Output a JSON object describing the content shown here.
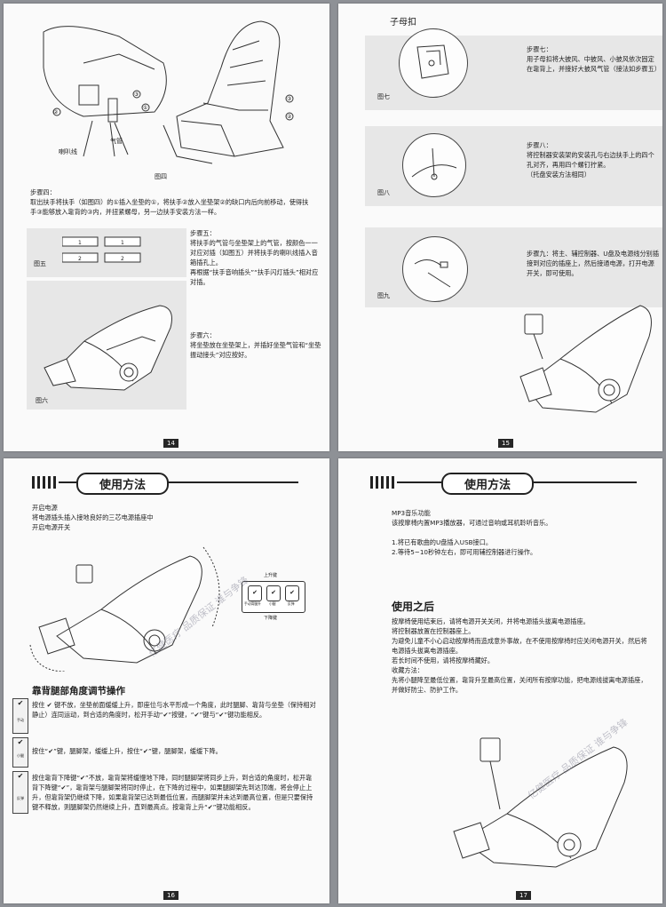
{
  "pages": {
    "p14": {
      "page_number": "14",
      "fig4_caption": "图四",
      "fig4_label_horn": "喇叭线",
      "fig4_label_air": "气管",
      "step4": "步骤四：\n取出扶手将扶手（如图四）的①插入坐垫的①，将扶手②放入坐垫架②的缺口内后向前移动，使得扶手③能够放入靠背的③内，并扭紧螺母，另一边扶手安装方法一样。",
      "fig5_caption": "图五",
      "step5": "步骤五：\n将扶手的气管与坐垫架上的气管，按颜色一一对应对插（如图五）并将扶手的喇叭线插入音箱插孔上。\n再根据“扶手音响插头”“扶手闪灯插头”相对应对插。",
      "fig6_caption": "图六",
      "step6": "步骤六：\n将坐垫放在坐垫架上，并插好坐垫气管和“坐垫振动接头”对应按好。"
    },
    "p15": {
      "page_number": "15",
      "snap_label": "子母扣",
      "fig7_caption": "图七",
      "step7": "步骤七：\n用子母扣将大披风、中披风、小披风依次固定在靠背上，并接好大披风气管（接法如步骤五）",
      "fig8_caption": "图八",
      "step8": "步骤八：\n将控制器安装架的安装孔与右边扶手上的四个孔对齐，再用四个螺钉拧紧。\n（托盘安装方法相同）",
      "fig9_caption": "图九",
      "step9": "步骤九：将主、辅控制器、U盘及电源线分别插接到对应的插座上，然后接通电源，打开电源开关，即可使用。"
    },
    "p16": {
      "page_number": "16",
      "header": "使用方法",
      "power_on": "开启电源\n将电源插头插入接地良好的三芯电源插座中\n开启电源开关",
      "key_up": "上升键",
      "key_down": "下降键",
      "key_labels": [
        "手动背腿升",
        "小腿",
        "反弹"
      ],
      "angle_title": "靠背腿部角度调节操作",
      "angle_p1": "按住  ✔  键不放，坐垫前面缓缓上升，即座位与水平形成一个角度，此时腿脚、靠背与坐垫（保持相对静止）连同运动，到合适的角度时，松开手动“✔”按键，“✔”键与“✔”键功能相反。",
      "angle_p2": "按住“✔”键，腿脚架，缓缓上升，按住“✔”键，腿脚架，缓缓下降。",
      "angle_p3": "按住靠背下降键“✔”不放，靠背架将缓慢地下降，同时腿脚架将同步上升，到合适的角度时，松开靠背下降键“✔”，靠背架与腿脚架将同时停止，在下降的过程中，如果腿脚架先到达顶端，将会停止上升，但靠背架仍继续下降，如果靠背架已达到最低位置，而腿脚架并未达到最高位置，但是只要保持键不释放，则腿脚架仍然继续上升，直到最高点。按靠背上升“✔”键功能相反。",
      "side_labels": [
        "手动",
        "小腿",
        "反弹"
      ],
      "watermark": "亿健医疗 品质保证 谁与争锋"
    },
    "p17": {
      "page_number": "17",
      "header": "使用方法",
      "mp3": "MP3音乐功能\n该按摩椅内置MP3播放器，可通过音响或耳机聆听音乐。\n\n1.将已有歌曲的U盘插入USB接口。\n2.等待5~10秒钟左右，即可用辅控制器进行操作。",
      "after_title": "使用之后",
      "after_text": "按摩椅使用结束后，请将电源开关关闭，并将电源插头拔离电源插座。\n将控制器放置在控制器座上。\n为避免儿童不小心启动按摩椅而造成意外事故，在不使用按摩椅时应关闭电源开关，然后将电源插头拔离电源插座。\n若长时间不使用，请将按摩椅藏好。\n收藏方法：\n先将小腿降至最低位置，靠背升至最高位置，关闭所有按摩功能，把电源线拔离电源插座，并做好防尘、防护工作。",
      "watermark": "亿健医疗 品质保证 谁与争锋"
    }
  }
}
